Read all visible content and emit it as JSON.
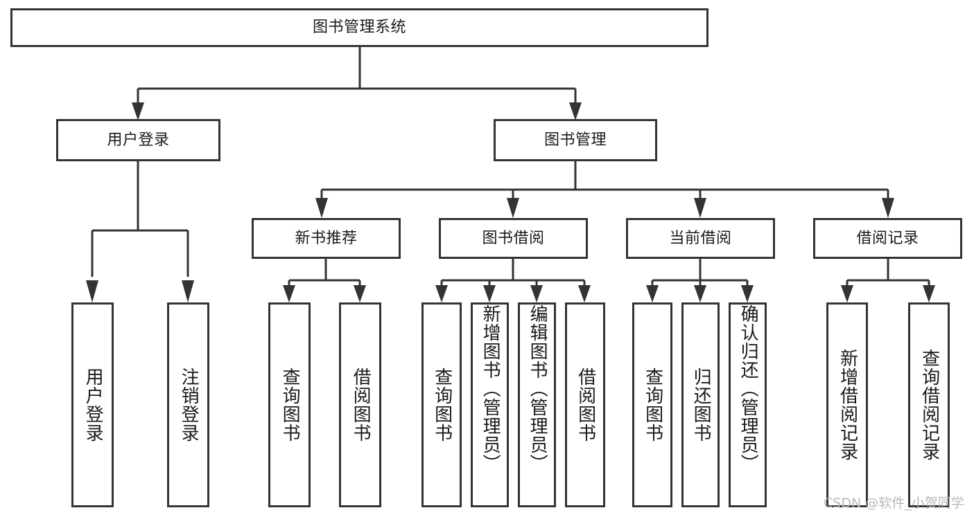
{
  "diagram": {
    "title": "图书管理系统",
    "type": "tree-hierarchy",
    "watermark": "CSDN @软件_小贺同学",
    "colors": {
      "stroke": "#333333",
      "fill": "#ffffff",
      "text": "#1a1a1a",
      "watermark": "#b9b9b9"
    },
    "root": {
      "label": "图书管理系统"
    },
    "level2": [
      {
        "label": "用户登录"
      },
      {
        "label": "图书管理"
      }
    ],
    "level3": [
      {
        "label": "新书推荐"
      },
      {
        "label": "图书借阅"
      },
      {
        "label": "当前借阅"
      },
      {
        "label": "借阅记录"
      }
    ],
    "leaves": {
      "user_login": [
        {
          "label": "用户登录"
        },
        {
          "label": "注销登录"
        }
      ],
      "new_book": [
        {
          "label": "查询图书"
        },
        {
          "label": "借阅图书"
        }
      ],
      "book_borrow": [
        {
          "label": "查询图书"
        },
        {
          "label": "新增图书（管理员）"
        },
        {
          "label": "编辑图书（管理员）"
        },
        {
          "label": "借阅图书"
        }
      ],
      "current_borrow": [
        {
          "label": "查询图书"
        },
        {
          "label": "归还图书"
        },
        {
          "label": "确认归还（管理员）"
        }
      ],
      "borrow_record": [
        {
          "label": "新增借阅记录"
        },
        {
          "label": "查询借阅记录"
        }
      ]
    }
  }
}
